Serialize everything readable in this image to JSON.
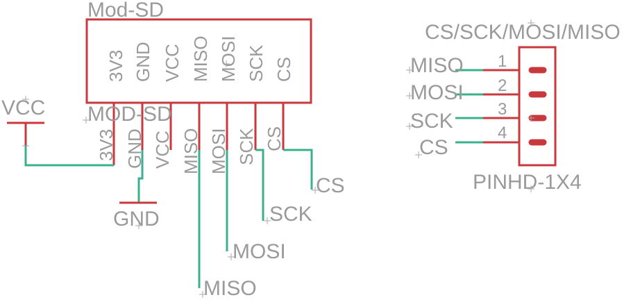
{
  "module": {
    "name": "Mod-SD",
    "value": "MOD-SD",
    "pins": [
      "3V3",
      "GND",
      "VCC",
      "MISO",
      "MOSI",
      "SCK",
      "CS"
    ]
  },
  "header": {
    "name": "CS/SCK/MOSI/MISO",
    "value": "PINHD-1X4",
    "pins": [
      {
        "number": "1",
        "net": "MISO"
      },
      {
        "number": "2",
        "net": "MOSI"
      },
      {
        "number": "3",
        "net": "SCK"
      },
      {
        "number": "4",
        "net": "CS"
      }
    ]
  },
  "nets": {
    "vcc": "VCC",
    "gnd": "GND",
    "cs": "CS",
    "sck": "SCK",
    "mosi": "MOSI",
    "miso": "MISO"
  },
  "colors": {
    "symbol": "#c8383c",
    "wire": "#3ab08c",
    "text": "#9a9a9a"
  }
}
